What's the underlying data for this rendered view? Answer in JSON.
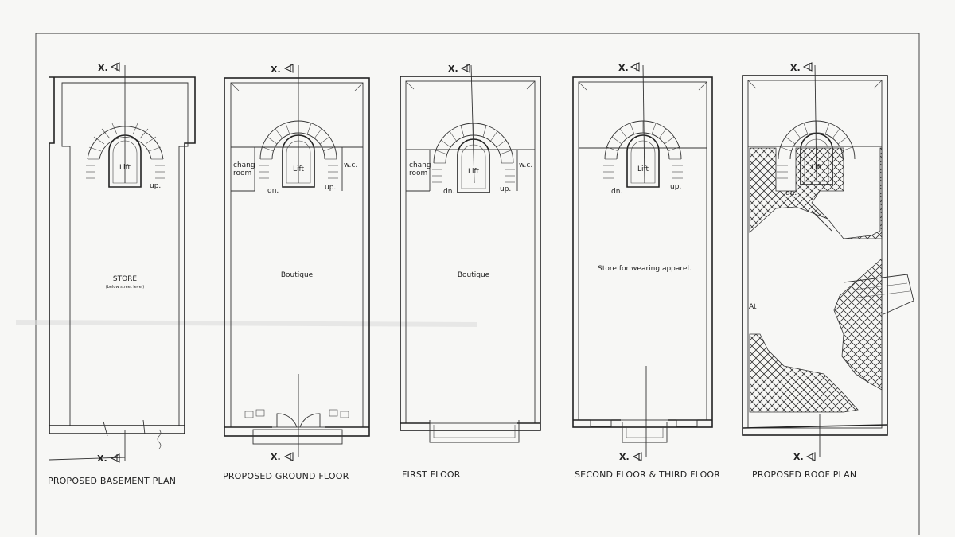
{
  "plans": [
    {
      "id": "basement",
      "title": "PROPOSED BASEMENT PLAN",
      "rooms": [
        {
          "label": "STORE"
        },
        {
          "label": "(below street level)"
        },
        {
          "label": "Lift"
        },
        {
          "label": "up."
        }
      ]
    },
    {
      "id": "ground",
      "title": "PROPOSED GROUND FLOOR",
      "rooms": [
        {
          "label": "chang"
        },
        {
          "label": "room"
        },
        {
          "label": "Lift"
        },
        {
          "label": "w.c."
        },
        {
          "label": "dn."
        },
        {
          "label": "up."
        },
        {
          "label": "Boutique"
        }
      ]
    },
    {
      "id": "first",
      "title": "FIRST FLOOR",
      "rooms": [
        {
          "label": "chang"
        },
        {
          "label": "room"
        },
        {
          "label": "Lift"
        },
        {
          "label": "w.c."
        },
        {
          "label": "dn."
        },
        {
          "label": "up."
        },
        {
          "label": "Boutique"
        }
      ]
    },
    {
      "id": "second",
      "title": "SECOND FLOOR & THIRD FLOOR",
      "rooms": [
        {
          "label": "Lift"
        },
        {
          "label": "dn."
        },
        {
          "label": "up."
        },
        {
          "label": "Store for wearing apparel."
        }
      ]
    },
    {
      "id": "roof",
      "title": "PROPOSED ROOF PLAN",
      "rooms": [
        {
          "label": "Lift"
        },
        {
          "label": "dn."
        },
        {
          "label": "At"
        }
      ]
    }
  ],
  "section_marker": "X."
}
